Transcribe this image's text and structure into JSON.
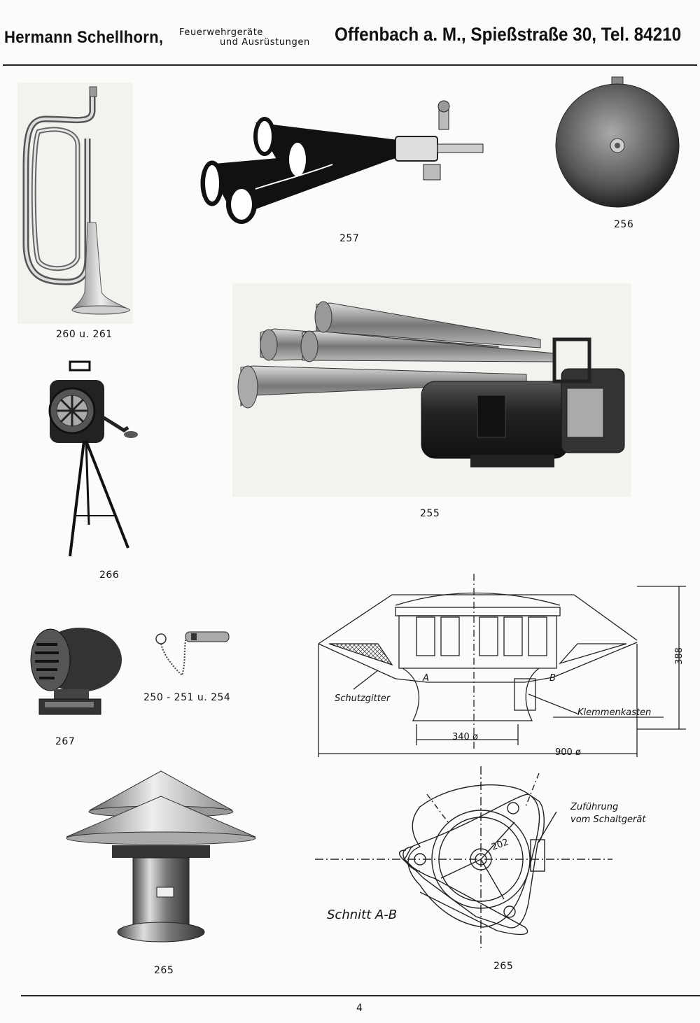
{
  "header": {
    "company": "Hermann Schellhorn,",
    "subtitle_line1": "Feuerwehrgeräte",
    "subtitle_line2": "und Ausrüstungen",
    "address": "Offenbach a. M., Spießstraße 30, Tel. 84210"
  },
  "captions": {
    "bugle": "260 u. 261",
    "triple_horn_small": "257",
    "bell": "256",
    "horn_motor": "255",
    "hand_siren": "266",
    "siren_267": "267",
    "whistle": "250 - 251 u. 254",
    "roof_siren_photo": "265",
    "section_drawing": "265"
  },
  "drawing": {
    "dim_height": "388",
    "dim_base": "340 ø",
    "dim_width": "900 ø",
    "label_grille": "Schutzgitter",
    "label_terminal": "Klemmenkasten",
    "section_a": "A",
    "section_b": "B",
    "supply_line1": "Zuführung",
    "supply_line2": "vom Schaltgerät",
    "dim_radius": "202",
    "section_title": "Schnitt A-B"
  },
  "footer": {
    "page_number": "4"
  }
}
